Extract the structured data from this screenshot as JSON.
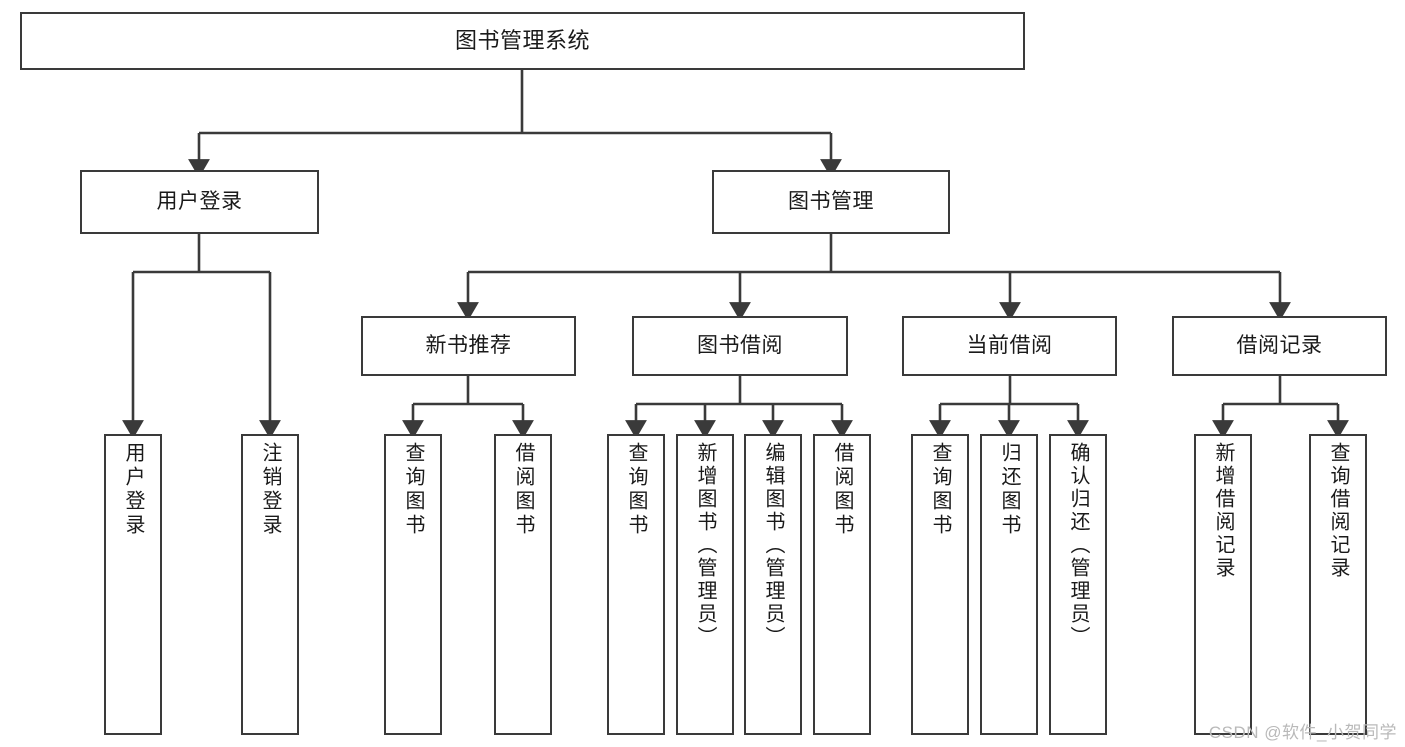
{
  "diagram": {
    "title": "图书管理系统",
    "type": "tree",
    "colors": {
      "box_border": "#3a3a3a",
      "box_fill": "#ffffff",
      "edge": "#3a3a3a",
      "text": "#1a1a1a",
      "watermark": "#b9b9b9",
      "background": "#ffffff"
    },
    "root": {
      "id": "root",
      "label": "图书管理系统"
    },
    "level1": [
      {
        "id": "user-login",
        "label": "用户登录"
      },
      {
        "id": "book-manage",
        "label": "图书管理"
      }
    ],
    "level2": [
      {
        "id": "new-book-recommend",
        "label": "新书推荐",
        "parent": "book-manage"
      },
      {
        "id": "book-borrow",
        "label": "图书借阅",
        "parent": "book-manage"
      },
      {
        "id": "current-borrow",
        "label": "当前借阅",
        "parent": "book-manage"
      },
      {
        "id": "borrow-record",
        "label": "借阅记录",
        "parent": "book-manage"
      }
    ],
    "leaves": [
      {
        "id": "leaf-user-login",
        "label": "用户登录",
        "parent": "user-login"
      },
      {
        "id": "leaf-logout",
        "label": "注销登录",
        "parent": "user-login"
      },
      {
        "id": "leaf-query-book-1",
        "label": "查询图书",
        "parent": "new-book-recommend"
      },
      {
        "id": "leaf-borrow-book-1",
        "label": "借阅图书",
        "parent": "new-book-recommend"
      },
      {
        "id": "leaf-query-book-2",
        "label": "查询图书",
        "parent": "book-borrow"
      },
      {
        "id": "leaf-add-book",
        "label": "新增图书（管理员）",
        "parent": "book-borrow"
      },
      {
        "id": "leaf-edit-book",
        "label": "编辑图书（管理员）",
        "parent": "book-borrow"
      },
      {
        "id": "leaf-borrow-book-2",
        "label": "借阅图书",
        "parent": "book-borrow"
      },
      {
        "id": "leaf-query-book-3",
        "label": "查询图书",
        "parent": "current-borrow"
      },
      {
        "id": "leaf-return-book",
        "label": "归还图书",
        "parent": "current-borrow"
      },
      {
        "id": "leaf-confirm-return",
        "label": "确认归还（管理员）",
        "parent": "current-borrow"
      },
      {
        "id": "leaf-add-record",
        "label": "新增借阅记录",
        "parent": "borrow-record"
      },
      {
        "id": "leaf-query-record",
        "label": "查询借阅记录",
        "parent": "borrow-record"
      }
    ],
    "watermark": "CSDN @软件_小贺同学"
  }
}
